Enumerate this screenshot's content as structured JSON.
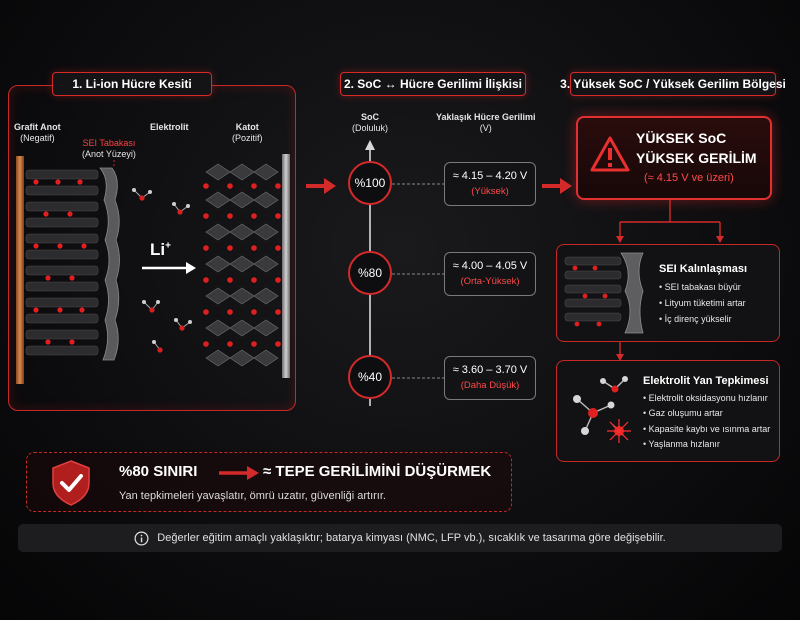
{
  "sections": {
    "s1_title": "1. Li-ion Hücre Kesiti",
    "s2_title": "2. SoC ↔ Hücre Gerilimi İlişkisi",
    "s3_title": "3. Yüksek SoC / Yüksek Gerilim Bölgesi"
  },
  "cell": {
    "anode_label": "Grafit Anot",
    "anode_sub": "(Negatif)",
    "sei_label": "SEI Tabakası",
    "sei_sub": "(Anot Yüzeyi)",
    "electrolyte_label": "Elektrolit",
    "cathode_label": "Katot",
    "cathode_sub": "(Pozitif)",
    "ion_label": "Li",
    "ion_sup": "+"
  },
  "soc": {
    "soc_header": "SoC",
    "soc_header_sub": "(Doluluk)",
    "voltage_header": "Yaklaşık Hücre Gerilimi",
    "voltage_header_sub": "(V)",
    "levels": [
      {
        "soc": "%100",
        "voltage": "≈ 4.15 – 4.20 V",
        "tag": "(Yüksek)"
      },
      {
        "soc": "%80",
        "voltage": "≈ 4.00 – 4.05 V",
        "tag": "(Orta-Yüksek)"
      },
      {
        "soc": "%40",
        "voltage": "≈ 3.60 – 3.70 V",
        "tag": "(Daha Düşük)"
      }
    ]
  },
  "warning": {
    "line1": "YÜKSEK SoC",
    "line2": "YÜKSEK GERİLİM",
    "line3": "(≈ 4.15 V ve üzeri)"
  },
  "sei_effect": {
    "title": "SEI Kalınlaşması",
    "bullets": [
      "SEI tabakası büyür",
      "Lityum tüketimi artar",
      "İç direnç yükselir"
    ]
  },
  "electrolyte_effect": {
    "title": "Elektrolit Yan Tepkimesi",
    "bullets": [
      "Elektrolit oksidasyonu hızlanır",
      "Gaz oluşumu artar",
      "Kapasite kaybı ve ısınma artar",
      "Yaşlanma hızlanır"
    ]
  },
  "limit": {
    "left": "%80 SINIRI",
    "right": "≈ TEPE GERİLİMİNİ DÜŞÜRMEK",
    "sub": "Yan tepkimeleri yavaşlatır, ömrü uzatır, güvenliği artırır."
  },
  "footer": {
    "note": "Değerler eğitim amaçlı yaklaşıktır; batarya kimyası (NMC, LFP vb.), sıcaklık ve tasarıma göre değişebilir."
  },
  "colors": {
    "accent": "#d42a2a",
    "highlight": "#ff4040",
    "background": "#0b0b0d"
  }
}
